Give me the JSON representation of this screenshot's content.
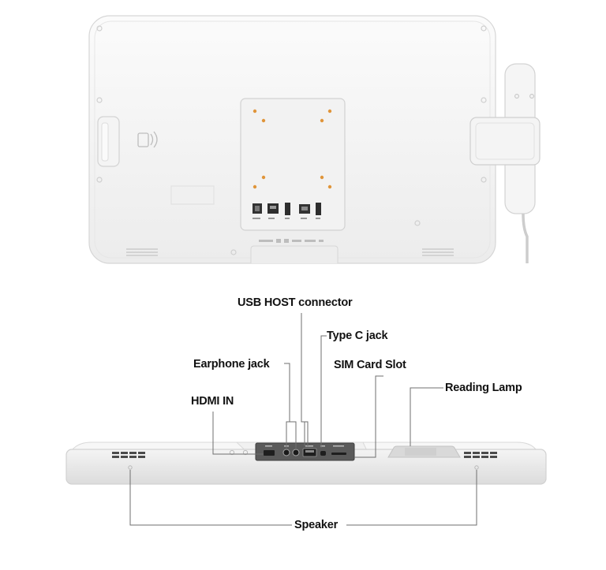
{
  "labels": {
    "usb_host": "USB HOST connector",
    "type_c": "Type C jack",
    "earphone": "Earphone jack",
    "sim_slot": "SIM Card Slot",
    "hdmi_in": "HDMI IN",
    "reading_lamp": "Reading Lamp",
    "speaker": "Speaker"
  },
  "colors": {
    "device_body": "#f7f7f7",
    "device_edge": "#d4d4d4",
    "port_panel": "#4a4a4a",
    "leader_line": "#777777",
    "mount_hole": "#e0953a"
  }
}
